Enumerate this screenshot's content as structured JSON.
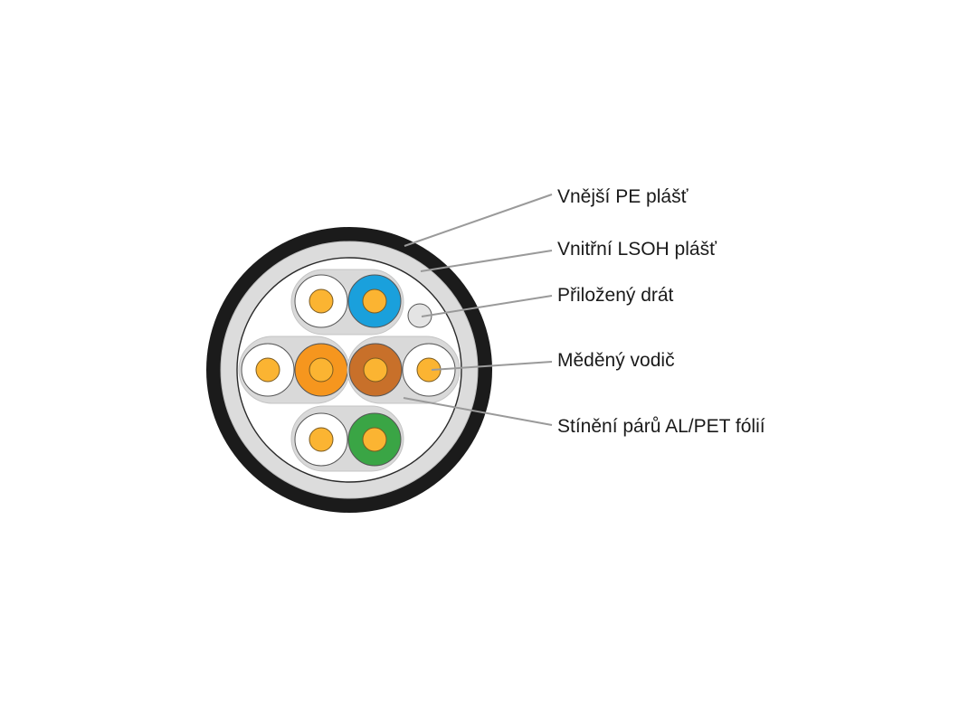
{
  "labels": {
    "outer_jacket": "Vnější PE plášť",
    "inner_jacket": "Vnitřní LSOH plášť",
    "drain_wire": "Přiložený drát",
    "copper_conductor": "Měděný vodič",
    "pair_shield": "Stínění párů AL/PET fólií"
  },
  "colors": {
    "outer_jacket": "#1b1b1b",
    "inner_jacket": "#dcdcdc",
    "pair_shield": "#d9d9d9",
    "copper": "#fbb432",
    "insulation_white": "#ffffff",
    "pair_blue": "#1aa0dc",
    "pair_orange": "#f6961e",
    "pair_brown": "#c8702a",
    "pair_green": "#3aa545",
    "leader_line": "#9a9a9a"
  }
}
